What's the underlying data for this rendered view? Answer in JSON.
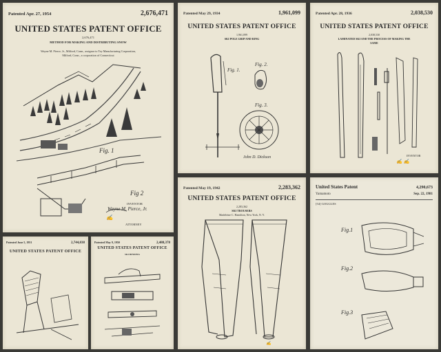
{
  "panels": [
    {
      "date": "Patented Apr. 27, 1954",
      "number": "2,676,471",
      "office": "UNITED STATES PATENT OFFICE",
      "subnum": "2,676,471",
      "title": "METHOD FOR MAKING AND DISTRIBUTING SNOW",
      "inventor_line": "Wayne M. Pierce, Jr., Milford, Conn., assignor to Tey Manufacturing Corporation, Milford, Conn., a corporation of Connecticut",
      "fig1": "Fig. 1",
      "fig2": "Fig 2",
      "inventor_label": "INVENTOR",
      "inventor_name": "Wayne M. Pierce, Jr.",
      "attorney": "ATTORNEY"
    },
    {
      "date": "Patented May 29, 1934",
      "number": "1,961,099",
      "office": "UNITED STATES PATENT OFFICE",
      "subnum": "1,961,099",
      "title": "SKI POLE GRIP AND RING",
      "fig1": "Fig. 1.",
      "fig2": "Fig. 2.",
      "fig3": "Fig. 3.",
      "signature": "John D. Dickson"
    },
    {
      "date": "Patented Apr. 28, 1936",
      "number": "2,038,530",
      "office": "UNITED STATES PATENT OFFICE",
      "subnum": "2,038,530",
      "title": "LAMINATED SKI AND THE PROCESS OF MAKING THE SAME",
      "inventor_label": "INVENTOR"
    },
    {
      "date": "Patented May 19, 1942",
      "number": "2,283,362",
      "office": "UNITED STATES PATENT OFFICE",
      "subnum": "2,283,362",
      "title": "SKI TROUSERS",
      "sub": "Madeleine C. Hamilton, New York, N. Y."
    },
    {
      "office": "United States Patent",
      "inventor_short": "Yamamoto",
      "number": "4,290,673",
      "date": "Sep. 22, 1981",
      "title_small": "[54] GOGGLES",
      "fig1": "Fig.1",
      "fig2": "Fig.2",
      "fig3": "Fig.3"
    },
    {
      "date": "Patented June 5, 1951",
      "number": "2,744,838",
      "office": "UNITED STATES PATENT OFFICE"
    },
    {
      "date": "Patented May 9, 1950",
      "number": "2,488,378",
      "office": "UNITED STATES PATENT OFFICE",
      "title": "SKI BINDING"
    }
  ]
}
